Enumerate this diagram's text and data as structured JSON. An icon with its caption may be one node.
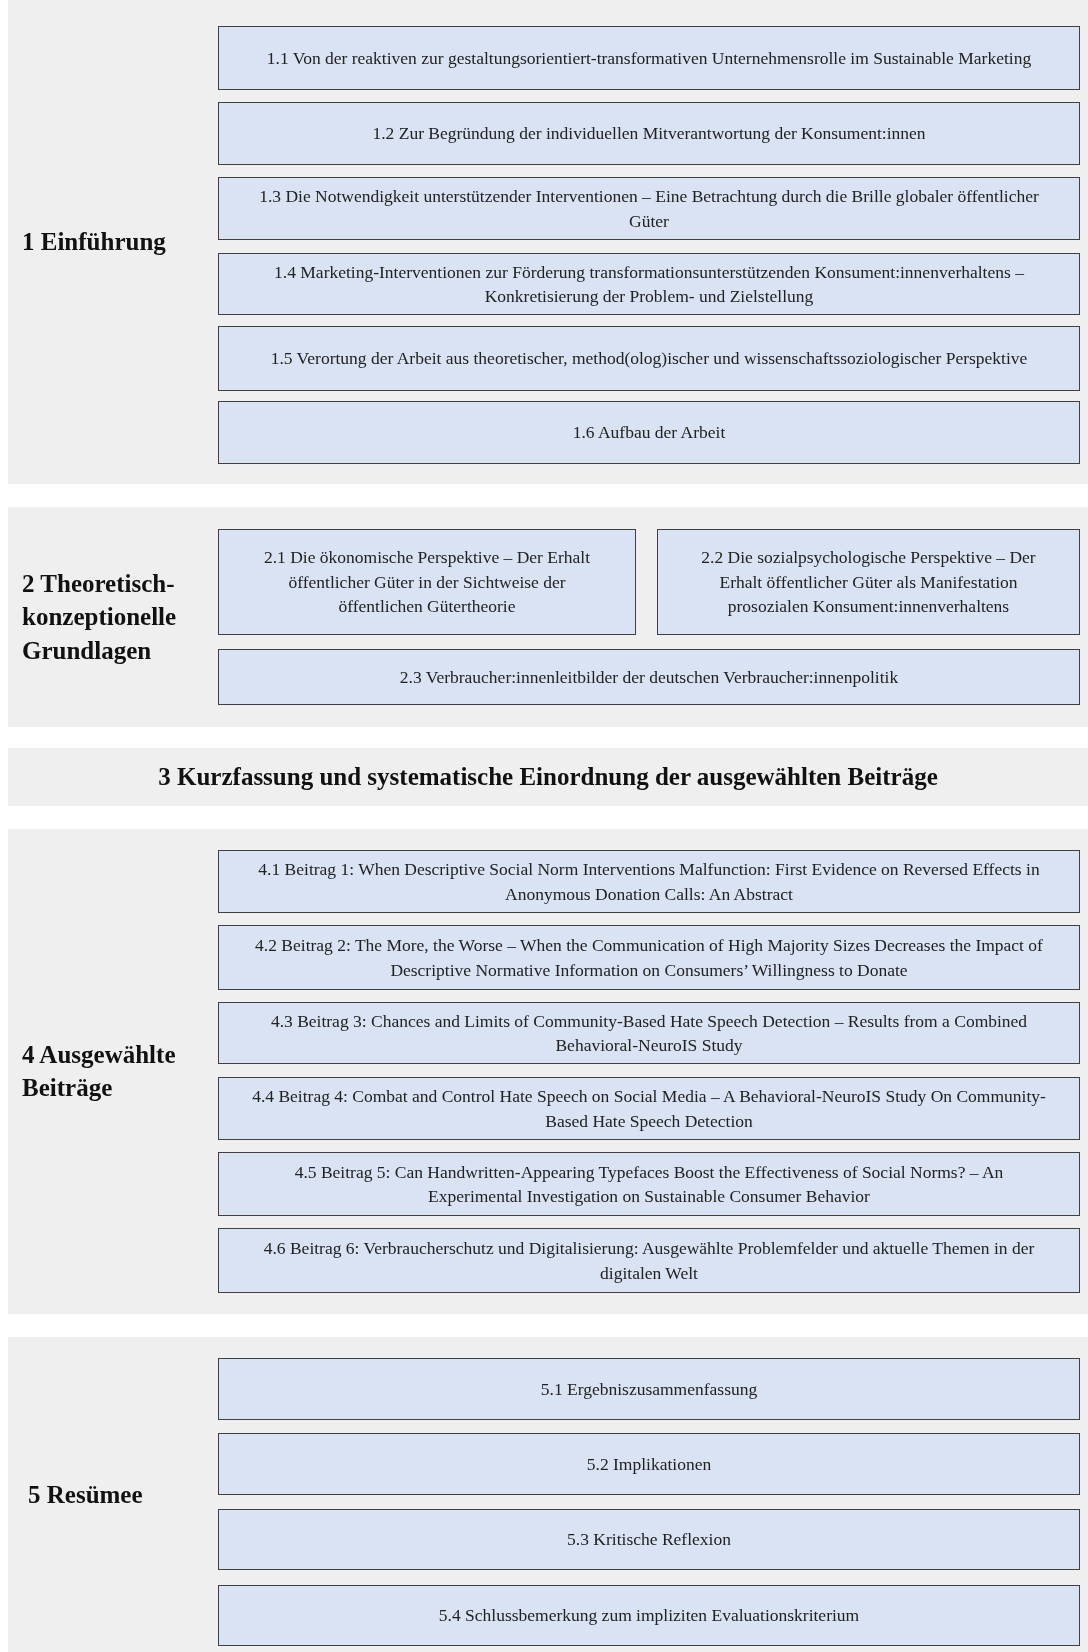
{
  "diagram": {
    "nodes": [
      {
        "text": [
          "1 Einführung"
        ]
      },
      {
        "text": [
          "1.1 Von der reaktiven zur gestaltungsorientiert-transformativen Unternehmensrolle im Sustainable Marketing"
        ],
        "in": 0
      },
      {
        "text": [
          "1.2 Zur Begründung der individuellen Mitverantwortung der Konsument:innen"
        ],
        "in": 0
      },
      {
        "text": [
          "1.3 Die Notwendigkeit unterstützender Interventionen – Eine Betrachtung durch die Brille globaler öffentlicher Güter"
        ],
        "in": 0
      },
      {
        "text": [
          "1.4 Marketing-Interventionen zur Förderung transformationsunterstützenden Konsument:innenverhaltens – Konkretisierung der Problem- und Zielstellung"
        ],
        "in": 0
      },
      {
        "text": [
          "1.5 Verortung der Arbeit aus theoretischer, method(olog)ischer und wissenschaftssoziologischer Perspektive"
        ],
        "in": 0
      },
      {
        "text": [
          "1.6 Aufbau der Arbeit"
        ],
        "in": 0
      },
      {
        "text": [
          "2 Theoretisch-konzeptionelle Grundlagen"
        ]
      },
      {
        "text": [
          "2.1 Die ökonomische Perspektive – Der Erhalt öffentlicher Güter in der Sichtweise der öffentlichen Gütertheorie"
        ],
        "in": 7
      },
      {
        "text": [
          "2.2 Die sozialpsychologische Perspektive – Der Erhalt öffentlicher Güter als Manifestation prosozialen Konsument:innenverhaltens"
        ],
        "in": 7
      },
      {
        "text": [
          "2.3 Verbraucher:innenleitbilder der deutschen Verbraucher:innenpolitik"
        ],
        "in": 7
      },
      {
        "text": [
          "3 Kurzfassung und systematische Einordnung der ausgewählten Beiträge"
        ]
      },
      {
        "text": [
          "4 Ausgewählte Beiträge"
        ]
      },
      {
        "text": [
          "4.1 Beitrag 1: When Descriptive Social Norm Interventions Malfunction: First Evidence on Reversed Effects in Anonymous Donation Calls: An Abstract"
        ],
        "in": 12
      },
      {
        "text": [
          "4.2 Beitrag 2: The More, the Worse – When the Communication of High Majority Sizes Decreases the Impact of Descriptive Normative Information on Consumers’ Willingness to Donate"
        ],
        "in": 12
      },
      {
        "text": [
          "4.3 Beitrag 3: Chances and Limits of Community-Based Hate Speech Detection – Results from a Combined Behavioral-NeuroIS Study"
        ],
        "in": 12
      },
      {
        "text": [
          "4.4 Beitrag 4: Combat and Control Hate Speech on Social Media – A Behavioral-NeuroIS Study On Community-Based Hate Speech Detection"
        ],
        "in": 12
      },
      {
        "text": [
          "4.5 Beitrag 5: Can Handwritten-Appearing Typefaces Boost the Effectiveness of Social Norms? – An Experimental Investigation on Sustainable Consumer Behavior"
        ],
        "in": 12
      },
      {
        "text": [
          "4.6 Beitrag 6: Verbraucherschutz und Digitalisierung: Ausgewählte Problemfelder und aktuelle Themen in der digitalen Welt"
        ],
        "in": 12
      },
      {
        "text": [
          "5 Resümee"
        ]
      },
      {
        "text": [
          "5.1 Ergebniszusammenfassung"
        ],
        "in": 19
      },
      {
        "text": [
          "5.2 Implikationen"
        ],
        "in": 19
      },
      {
        "text": [
          "5.3 Kritische Reflexion"
        ],
        "in": 19
      },
      {
        "text": [
          "5.4 Schlussbemerkung zum impliziten Evaluationskriterium"
        ],
        "in": 19
      }
    ]
  }
}
